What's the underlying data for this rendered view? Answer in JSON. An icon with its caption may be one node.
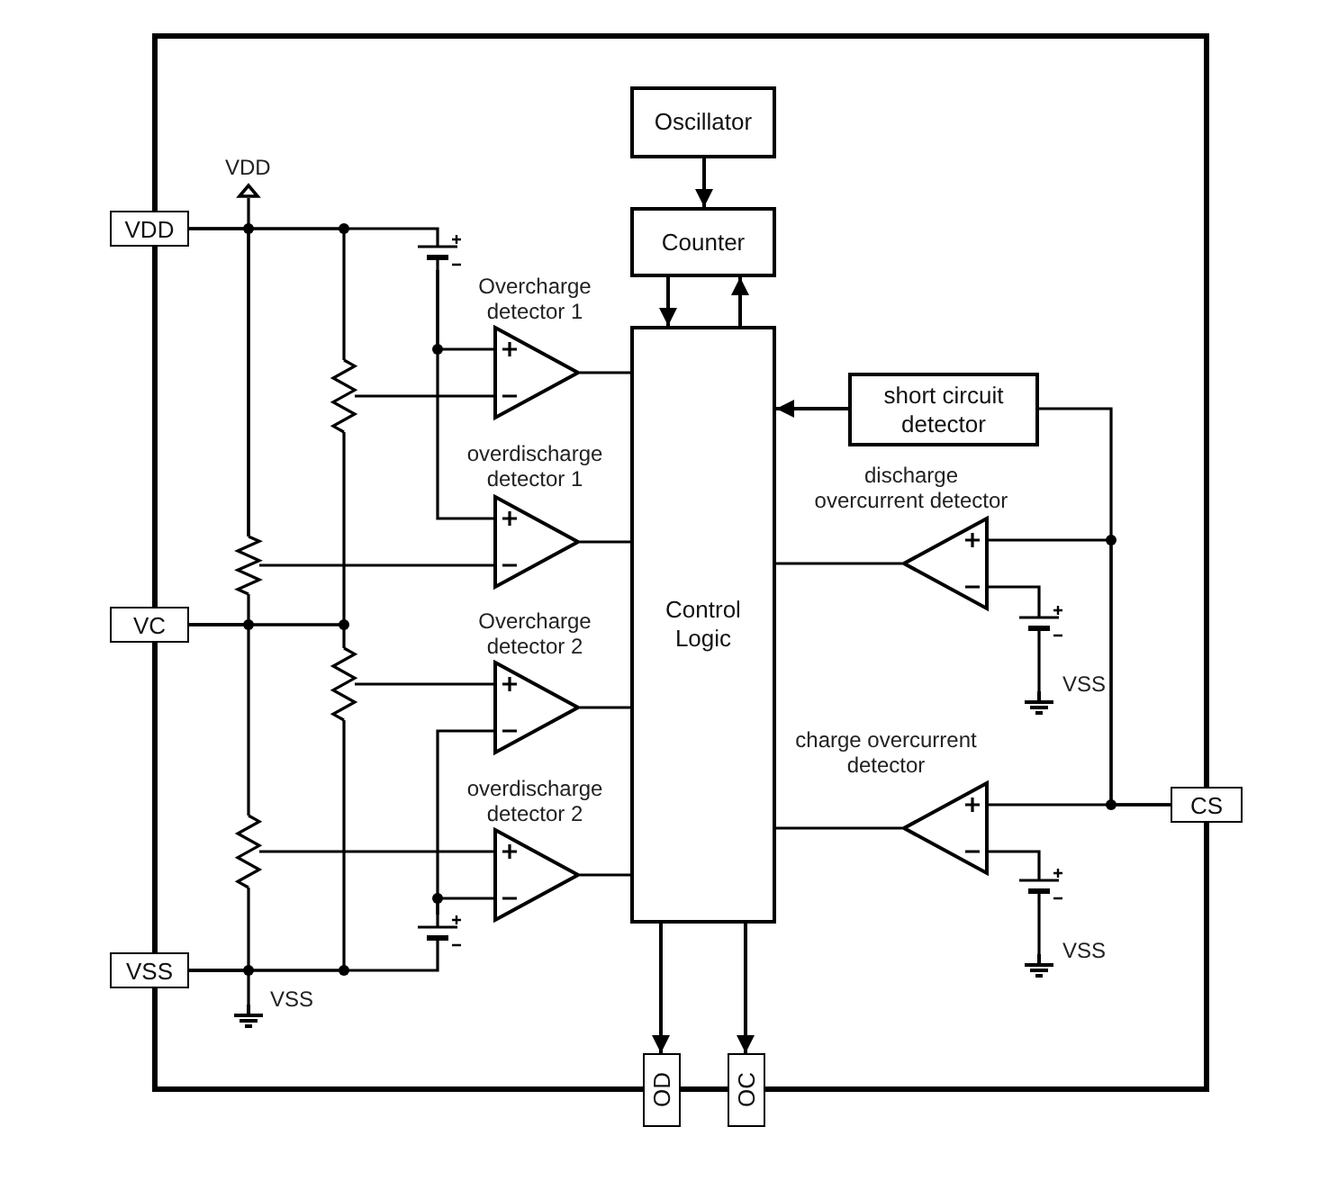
{
  "diagram": {
    "nodes": [
      {
        "text": [
          "Oscillator"
        ]
      },
      {
        "text": [
          "VDD"
        ]
      },
      {
        "text": [
          "Counter"
        ]
      },
      {
        "text": [],
        "shape": "triangle",
        "beside": [
          "Overcharge detector 1"
        ]
      },
      {
        "text": [
          "Control Logic"
        ]
      },
      {
        "text": [
          "short circuit detector"
        ]
      },
      {
        "text": [],
        "shape": "triangle",
        "beside": [
          "overdischarge detector 1"
        ]
      },
      {
        "text": [],
        "shape": "triangle",
        "beside": [
          "discharge overcurrent detector"
        ]
      },
      {
        "text": [
          "VC"
        ]
      },
      {
        "text": [],
        "shape": "triangle",
        "beside": [
          "Overcharge detector 2"
        ]
      },
      {
        "text": [],
        "shape": "triangle",
        "beside": [
          "charge overcurrent detector"
        ]
      },
      {
        "text": [
          "CS"
        ]
      },
      {
        "text": [],
        "shape": "triangle",
        "beside": [
          "overdischarge detector 2"
        ]
      },
      {
        "text": [
          "VSS"
        ]
      },
      {
        "text": [
          "OD"
        ]
      },
      {
        "text": [
          "OC"
        ]
      },
      {
        "text": [],
        "shape": "triangle"
      },
      {
        "text": [],
        "shape": "battery"
      },
      {
        "text": [],
        "shape": "resistor"
      },
      {
        "text": [],
        "shape": "resistor"
      },
      {
        "text": [],
        "shape": "battery"
      },
      {
        "text": [],
        "shape": "resistor"
      },
      {
        "text": [],
        "shape": "ground"
      },
      {
        "text": [],
        "shape": "resistor"
      },
      {
        "text": [],
        "shape": "battery"
      },
      {
        "text": [],
        "shape": "battery"
      },
      {
        "text": [],
        "shape": "ground"
      },
      {
        "text": [],
        "shape": "ground"
      }
    ],
    "edges": [
      {
        "from": 0,
        "to": 2,
        "arrow": "to"
      },
      {
        "from": 2,
        "to": 4,
        "arrow": "to"
      },
      {
        "from": 4,
        "to": 2,
        "arrow": "to"
      },
      {
        "from": 5,
        "to": 4,
        "arrow": "to"
      },
      {
        "from": 3,
        "to": 4,
        "arrow": "none"
      },
      {
        "from": 6,
        "to": 4,
        "arrow": "none"
      },
      {
        "from": 9,
        "to": 4,
        "arrow": "none"
      },
      {
        "from": 12,
        "to": 4,
        "arrow": "none"
      },
      {
        "from": 7,
        "to": 4,
        "arrow": "none"
      },
      {
        "from": 10,
        "to": 4,
        "arrow": "none"
      },
      {
        "from": 11,
        "to": 10,
        "arrow": "none"
      },
      {
        "from": 11,
        "to": 7,
        "arrow": "none"
      },
      {
        "from": 11,
        "to": 5,
        "arrow": "none"
      },
      {
        "from": 4,
        "to": 14,
        "arrow": "to"
      },
      {
        "from": 4,
        "to": 15,
        "arrow": "to"
      },
      {
        "from": 16,
        "to": 19,
        "arrow": "none"
      },
      {
        "from": 1,
        "to": 17,
        "arrow": "none"
      },
      {
        "from": 1,
        "to": 19,
        "arrow": "none"
      },
      {
        "from": 1,
        "to": 18,
        "arrow": "none"
      },
      {
        "from": 17,
        "to": 3,
        "arrow": "none"
      },
      {
        "from": 17,
        "to": 6,
        "arrow": "none"
      },
      {
        "from": 18,
        "to": 3,
        "arrow": "none"
      },
      {
        "from": 19,
        "to": 6,
        "arrow": "none"
      },
      {
        "from": 8,
        "to": 19,
        "arrow": "none"
      },
      {
        "from": 8,
        "to": 18,
        "arrow": "none"
      },
      {
        "from": 8,
        "to": 23,
        "arrow": "none"
      },
      {
        "from": 8,
        "to": 21,
        "arrow": "none"
      },
      {
        "from": 21,
        "to": 9,
        "arrow": "none"
      },
      {
        "from": 23,
        "to": 12,
        "arrow": "none"
      },
      {
        "from": 9,
        "to": 25,
        "arrow": "none"
      },
      {
        "from": 12,
        "to": 25,
        "arrow": "none"
      },
      {
        "from": 13,
        "to": 23,
        "arrow": "none"
      },
      {
        "from": 13,
        "to": 21,
        "arrow": "none"
      },
      {
        "from": 13,
        "to": 25,
        "arrow": "none"
      },
      {
        "from": 13,
        "to": 27,
        "arrow": "none"
      },
      {
        "from": 7,
        "to": 20,
        "arrow": "none"
      },
      {
        "from": 20,
        "to": 22,
        "arrow": "none"
      },
      {
        "from": 10,
        "to": 24,
        "arrow": "none"
      },
      {
        "from": 24,
        "to": 26,
        "arrow": "none"
      }
    ],
    "labels": [
      "VDD",
      "VSS",
      "VSS",
      "VSS"
    ]
  }
}
